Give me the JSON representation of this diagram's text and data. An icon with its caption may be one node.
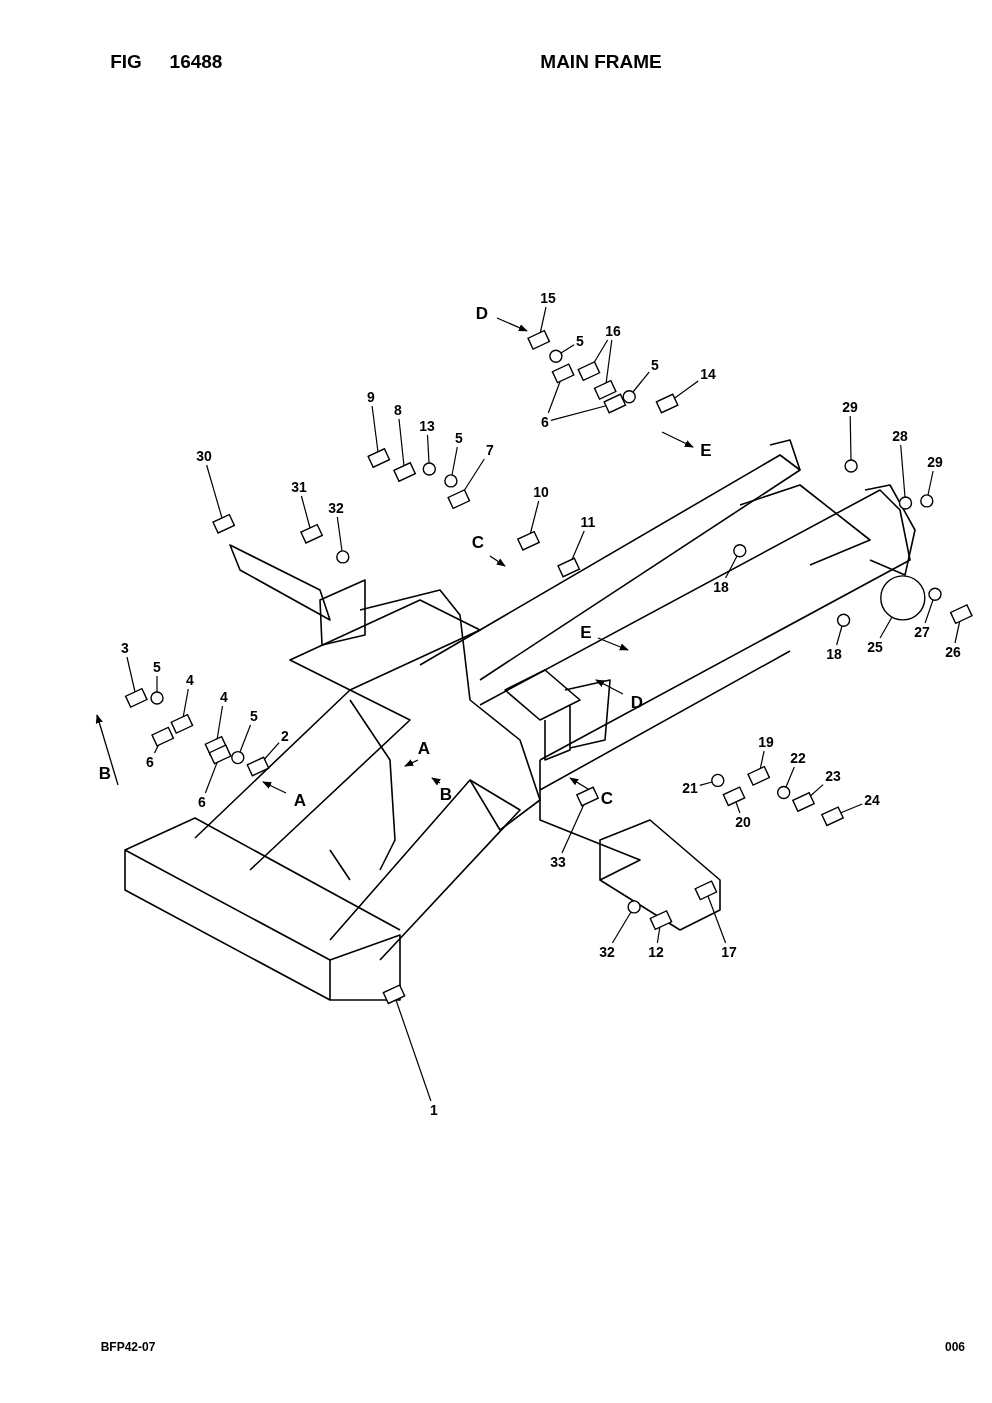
{
  "diagram": {
    "title": "MAIN FRAME",
    "nodes": [
      {
        "text": [
          "15"
        ]
      },
      {
        "text": [
          "5"
        ]
      },
      {
        "text": [
          "16"
        ]
      },
      {
        "text": [
          "5"
        ]
      },
      {
        "text": [
          "14"
        ]
      },
      {
        "text": [
          "9"
        ]
      },
      {
        "text": [
          "8"
        ]
      },
      {
        "text": [
          "13"
        ]
      },
      {
        "text": [
          "5"
        ]
      },
      {
        "text": [
          "7"
        ]
      },
      {
        "text": [
          "29"
        ]
      },
      {
        "text": [
          "6"
        ]
      },
      {
        "text": [
          "28"
        ]
      },
      {
        "text": [
          "29"
        ]
      },
      {
        "text": [
          "30"
        ]
      },
      {
        "text": [
          "10"
        ]
      },
      {
        "text": [
          "31"
        ]
      },
      {
        "text": [
          "32"
        ]
      },
      {
        "text": [
          "11"
        ]
      },
      {
        "text": [
          "18"
        ]
      },
      {
        "text": [
          "27"
        ]
      },
      {
        "text": [
          "3"
        ]
      },
      {
        "text": [
          "18"
        ]
      },
      {
        "text": [
          "25"
        ]
      },
      {
        "text": [
          "26"
        ]
      },
      {
        "text": [
          "5"
        ]
      },
      {
        "text": [
          "4"
        ]
      },
      {
        "text": [
          "4"
        ]
      },
      {
        "text": [
          "5"
        ]
      },
      {
        "text": [
          "2"
        ]
      },
      {
        "text": [
          "19"
        ]
      },
      {
        "text": [
          "22"
        ]
      },
      {
        "text": [
          "6"
        ]
      },
      {
        "text": [
          "23"
        ]
      },
      {
        "text": [
          "21"
        ]
      },
      {
        "text": [
          "24"
        ]
      },
      {
        "text": [
          "6"
        ]
      },
      {
        "text": [
          "20"
        ]
      },
      {
        "text": [
          "33"
        ]
      },
      {
        "text": [
          "32"
        ]
      },
      {
        "text": [
          "12"
        ]
      },
      {
        "text": [
          "17"
        ]
      },
      {
        "text": [
          "1"
        ]
      },
      {
        "text": [],
        "shape": "box"
      },
      {
        "text": [],
        "shape": "circle"
      },
      {
        "text": [],
        "shape": "box"
      },
      {
        "text": [],
        "shape": "box"
      },
      {
        "text": [],
        "shape": "circle"
      },
      {
        "text": [],
        "shape": "box"
      },
      {
        "text": [],
        "shape": "box"
      },
      {
        "text": [],
        "shape": "box"
      },
      {
        "text": [],
        "shape": "circle"
      },
      {
        "text": [],
        "shape": "circle"
      },
      {
        "text": [],
        "shape": "box"
      },
      {
        "text": [],
        "shape": "circle"
      },
      {
        "text": [],
        "shape": "box"
      },
      {
        "text": [],
        "shape": "box"
      },
      {
        "text": [],
        "shape": "circle"
      },
      {
        "text": [],
        "shape": "circle"
      },
      {
        "text": [],
        "shape": "box"
      },
      {
        "text": [],
        "shape": "box"
      },
      {
        "text": [],
        "shape": "box"
      },
      {
        "text": [],
        "shape": "circle"
      },
      {
        "text": [],
        "shape": "box"
      },
      {
        "text": [],
        "shape": "circle"
      },
      {
        "text": [],
        "shape": "circle"
      },
      {
        "text": [],
        "shape": "box"
      },
      {
        "text": [],
        "shape": "circle"
      },
      {
        "text": [],
        "shape": "circle"
      },
      {
        "text": [],
        "shape": "box"
      },
      {
        "text": [],
        "shape": "circle"
      },
      {
        "text": [],
        "shape": "box"
      },
      {
        "text": [],
        "shape": "box"
      },
      {
        "text": [],
        "shape": "circle"
      },
      {
        "text": [],
        "shape": "box"
      },
      {
        "text": [],
        "shape": "box"
      },
      {
        "text": [],
        "shape": "circle"
      },
      {
        "text": [],
        "shape": "box"
      },
      {
        "text": [],
        "shape": "box"
      },
      {
        "text": [],
        "shape": "circle"
      },
      {
        "text": [],
        "shape": "box"
      },
      {
        "text": [],
        "shape": "box"
      },
      {
        "text": [],
        "shape": "box"
      },
      {
        "text": [],
        "shape": "box"
      },
      {
        "text": [],
        "shape": "circle"
      },
      {
        "text": [],
        "shape": "box"
      },
      {
        "text": [],
        "shape": "box"
      },
      {
        "text": [],
        "shape": "box"
      }
    ],
    "edges": [
      {
        "from": 0,
        "to": 43,
        "arrow": "none"
      },
      {
        "from": 1,
        "to": 44,
        "arrow": "none"
      },
      {
        "from": 2,
        "to": 45,
        "arrow": "none"
      },
      {
        "from": 2,
        "to": 46,
        "arrow": "none"
      },
      {
        "from": 3,
        "to": 47,
        "arrow": "none"
      },
      {
        "from": 4,
        "to": 48,
        "arrow": "none"
      },
      {
        "from": 5,
        "to": 49,
        "arrow": "none"
      },
      {
        "from": 6,
        "to": 50,
        "arrow": "none"
      },
      {
        "from": 7,
        "to": 51,
        "arrow": "none"
      },
      {
        "from": 8,
        "to": 52,
        "arrow": "none"
      },
      {
        "from": 9,
        "to": 53,
        "arrow": "none"
      },
      {
        "from": 10,
        "to": 54,
        "arrow": "none"
      },
      {
        "from": 11,
        "to": 55,
        "arrow": "none"
      },
      {
        "from": 11,
        "to": 56,
        "arrow": "none"
      },
      {
        "from": 12,
        "to": 57,
        "arrow": "none"
      },
      {
        "from": 13,
        "to": 58,
        "arrow": "none"
      },
      {
        "from": 14,
        "to": 59,
        "arrow": "none"
      },
      {
        "from": 15,
        "to": 60,
        "arrow": "none"
      },
      {
        "from": 16,
        "to": 61,
        "arrow": "none"
      },
      {
        "from": 17,
        "to": 62,
        "arrow": "none"
      },
      {
        "from": 18,
        "to": 63,
        "arrow": "none"
      },
      {
        "from": 19,
        "to": 64,
        "arrow": "none"
      },
      {
        "from": 20,
        "to": 65,
        "arrow": "none"
      },
      {
        "from": 21,
        "to": 66,
        "arrow": "none"
      },
      {
        "from": 22,
        "to": 67,
        "arrow": "none"
      },
      {
        "from": 23,
        "to": 68,
        "arrow": "none"
      },
      {
        "from": 24,
        "to": 69,
        "arrow": "none"
      },
      {
        "from": 25,
        "to": 70,
        "arrow": "none"
      },
      {
        "from": 26,
        "to": 71,
        "arrow": "none"
      },
      {
        "from": 27,
        "to": 72,
        "arrow": "none"
      },
      {
        "from": 28,
        "to": 73,
        "arrow": "none"
      },
      {
        "from": 29,
        "to": 74,
        "arrow": "none"
      },
      {
        "from": 30,
        "to": 75,
        "arrow": "none"
      },
      {
        "from": 31,
        "to": 76,
        "arrow": "none"
      },
      {
        "from": 32,
        "to": 77,
        "arrow": "none"
      },
      {
        "from": 33,
        "to": 78,
        "arrow": "none"
      },
      {
        "from": 34,
        "to": 79,
        "arrow": "none"
      },
      {
        "from": 35,
        "to": 80,
        "arrow": "none"
      },
      {
        "from": 36,
        "to": 81,
        "arrow": "none"
      },
      {
        "from": 37,
        "to": 82,
        "arrow": "none"
      },
      {
        "from": 38,
        "to": 83,
        "arrow": "none"
      },
      {
        "from": 39,
        "to": 84,
        "arrow": "none"
      },
      {
        "from": 40,
        "to": 85,
        "arrow": "none"
      },
      {
        "from": 41,
        "to": 86,
        "arrow": "none"
      },
      {
        "from": 42,
        "to": 87,
        "arrow": "none"
      }
    ],
    "labels": [
      "FIG",
      "16488",
      "D",
      "E",
      "C",
      "E",
      "D",
      "A",
      "B",
      "A",
      "B",
      "C",
      "BFP42-07",
      "006"
    ]
  }
}
